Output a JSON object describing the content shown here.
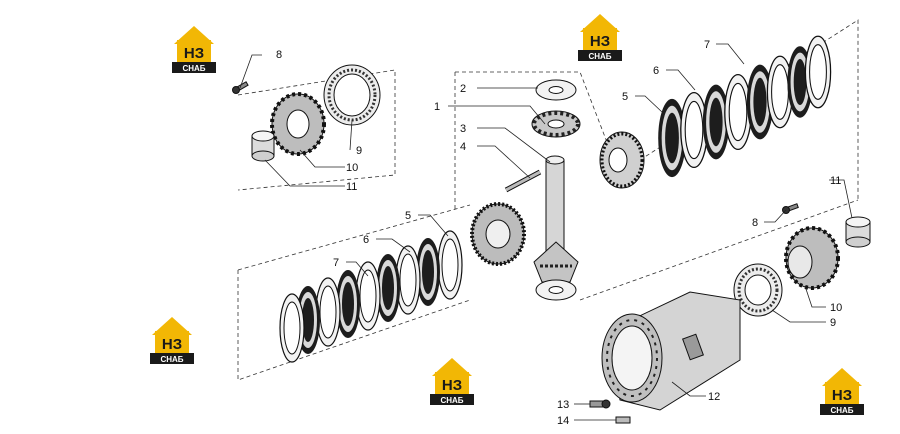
{
  "diagram": {
    "callouts": [
      "1",
      "2",
      "3",
      "4",
      "5",
      "6",
      "7",
      "8",
      "9",
      "10",
      "11",
      "12",
      "13",
      "14"
    ],
    "logo": {
      "letters": "НЗ",
      "word": "СНАБ",
      "color_house": "#f2b705",
      "color_text": "#1a1a1a"
    }
  }
}
